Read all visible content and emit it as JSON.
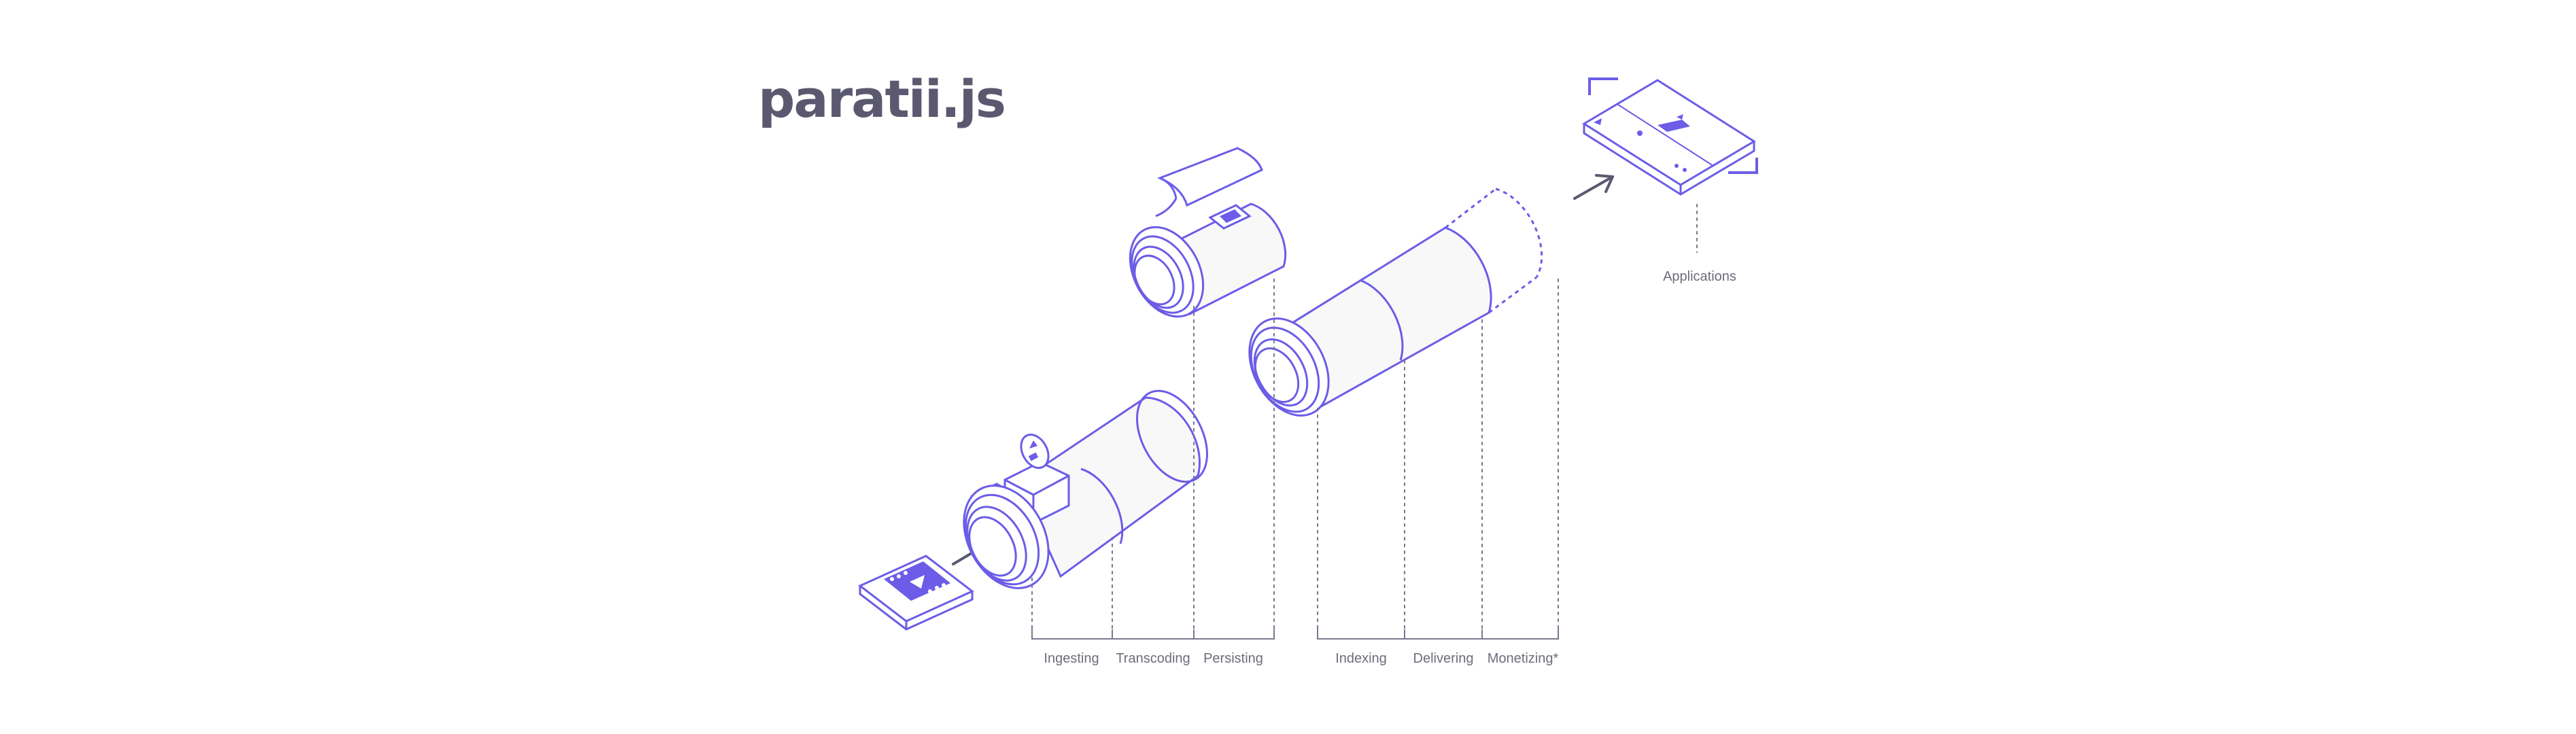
{
  "logo": {
    "text": "paratii.js"
  },
  "stages": [
    {
      "key": "ingesting",
      "label": "Ingesting"
    },
    {
      "key": "transcoding",
      "label": "Transcoding"
    },
    {
      "key": "persisting",
      "label": "Persisting"
    },
    {
      "key": "indexing",
      "label": "Indexing"
    },
    {
      "key": "delivering",
      "label": "Delivering"
    },
    {
      "key": "monetizing",
      "label": "Monetizing*"
    }
  ],
  "applications": {
    "label": "Applications"
  },
  "colors": {
    "accent": "#6c5ce7",
    "text": "#6d6c7c",
    "logo": "#5b5970",
    "background": "#ffffff"
  },
  "icons": [
    "video-file-icon",
    "camera-pipe-icon",
    "storage-pipe-icon",
    "delivery-pipe-icon",
    "device-icon",
    "arrow-icon"
  ]
}
